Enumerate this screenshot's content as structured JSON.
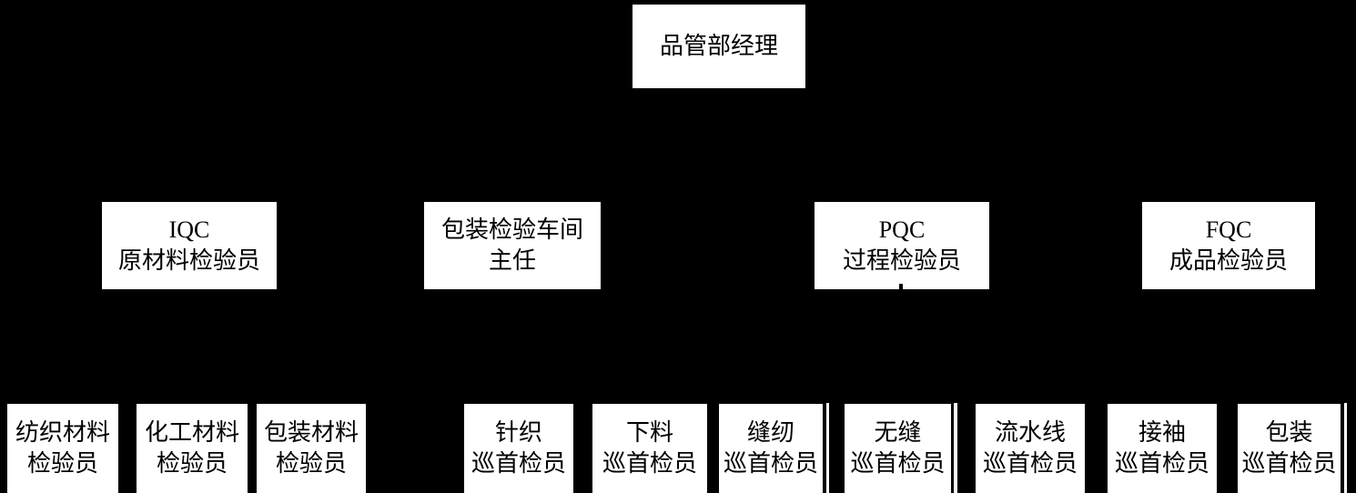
{
  "palette": {
    "background": "#000000",
    "box_fill": "#ffffff",
    "box_text": "#000000"
  },
  "org_chart": {
    "root": {
      "label": "品管部经理"
    },
    "level2": [
      {
        "line1": "IQC",
        "line2": "原材料检验员"
      },
      {
        "line1": "包装检验车间",
        "line2": "主任"
      },
      {
        "line1": "PQC",
        "line2": "过程检验员"
      },
      {
        "line1": "FQC",
        "line2": "成品检验员"
      }
    ],
    "level3": [
      {
        "line1": "纺织材料",
        "line2": "检验员"
      },
      {
        "line1": "化工材料",
        "line2": "检验员"
      },
      {
        "line1": "包装材料",
        "line2": "检验员"
      },
      {
        "line1": "针织",
        "line2": "巡首检员"
      },
      {
        "line1": "下料",
        "line2": "巡首检员"
      },
      {
        "line1": "缝纫",
        "line2": "巡首检员"
      },
      {
        "line1": "无缝",
        "line2": "巡首检员"
      },
      {
        "line1": "流水线",
        "line2": "巡首检员"
      },
      {
        "line1": "接袖",
        "line2": "巡首检员"
      },
      {
        "line1": "包装",
        "line2": "巡首检员"
      }
    ]
  }
}
